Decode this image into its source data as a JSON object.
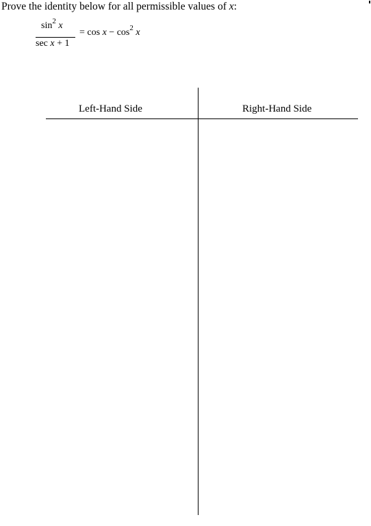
{
  "prompt": {
    "text_before": "Prove the identity below for all permissible values of ",
    "variable": "x",
    "text_after": ":"
  },
  "identity": {
    "numerator_func": "sin",
    "numerator_exp": "2",
    "numerator_var": "x",
    "denominator_func": "sec",
    "denominator_var": "x",
    "denominator_rest": " + 1",
    "equals": "= ",
    "rhs_func1": "cos",
    "rhs_var1": "x",
    "rhs_minus": " − ",
    "rhs_func2": "cos",
    "rhs_exp2": "2",
    "rhs_var2": "x"
  },
  "table": {
    "left_header": "Left-Hand Side",
    "right_header": "Right-Hand Side"
  }
}
